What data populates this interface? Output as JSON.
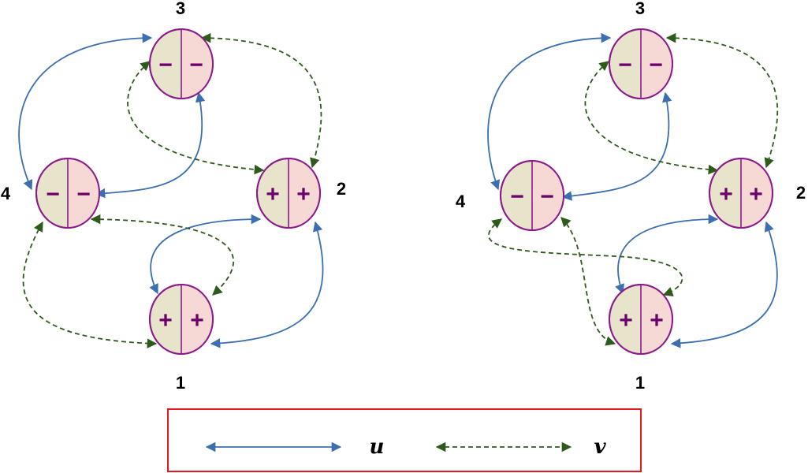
{
  "colors": {
    "u_edge": "#3b6fb0",
    "v_edge": "#2e5a1c",
    "node_stroke": "#8b1a8b",
    "node_left_fill": "#e8e4cc",
    "node_right_fill": "#f6d9d4",
    "sign": "#6b006b",
    "legend_border": "#e31a1c"
  },
  "diagrams": [
    {
      "nodes": [
        {
          "id": "1",
          "label": "1",
          "signs": [
            "+",
            "+"
          ]
        },
        {
          "id": "2",
          "label": "2",
          "signs": [
            "+",
            "+"
          ]
        },
        {
          "id": "3",
          "label": "3",
          "signs": [
            "−",
            "−"
          ]
        },
        {
          "id": "4",
          "label": "4",
          "signs": [
            "−",
            "−"
          ]
        }
      ],
      "edges": [
        {
          "from": "4",
          "to": "3",
          "kind": "u"
        },
        {
          "from": "3",
          "to": "4",
          "kind": "u"
        },
        {
          "from": "1",
          "to": "2",
          "kind": "u"
        },
        {
          "from": "2",
          "to": "1",
          "kind": "u"
        },
        {
          "from": "3",
          "to": "2",
          "kind": "v"
        },
        {
          "from": "3",
          "to": "2",
          "kind": "v"
        },
        {
          "from": "4",
          "to": "1",
          "kind": "v"
        },
        {
          "from": "4",
          "to": "1",
          "kind": "v"
        }
      ]
    },
    {
      "nodes": [
        {
          "id": "1",
          "label": "1",
          "signs": [
            "+",
            "+"
          ]
        },
        {
          "id": "2",
          "label": "2",
          "signs": [
            "+",
            "+"
          ]
        },
        {
          "id": "3",
          "label": "3",
          "signs": [
            "−",
            "−"
          ]
        },
        {
          "id": "4",
          "label": "4",
          "signs": [
            "−",
            "−"
          ]
        }
      ],
      "edges": [
        {
          "from": "4",
          "to": "3",
          "kind": "u"
        },
        {
          "from": "3",
          "to": "4",
          "kind": "u"
        },
        {
          "from": "1",
          "to": "2",
          "kind": "u"
        },
        {
          "from": "2",
          "to": "1",
          "kind": "u"
        },
        {
          "from": "3",
          "to": "2",
          "kind": "v"
        },
        {
          "from": "3",
          "to": "2",
          "kind": "v"
        },
        {
          "from": "4",
          "to": "1",
          "kind": "v"
        },
        {
          "from": "4",
          "to": "1",
          "kind": "v"
        }
      ]
    }
  ],
  "legend": {
    "u_label": "u",
    "v_label": "v"
  }
}
